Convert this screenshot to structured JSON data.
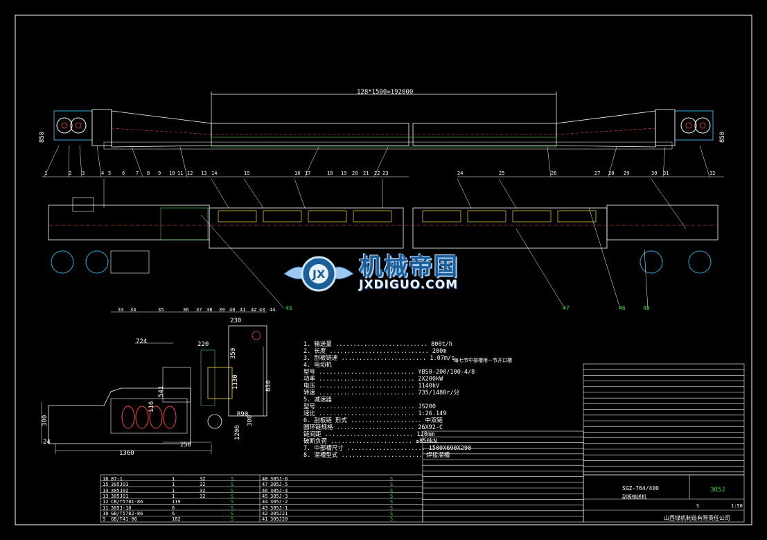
{
  "overall_dimension": "128*1500=192000",
  "left_height_dim": "850",
  "right_height_dim": "850",
  "upper_callouts": [
    "1",
    "2",
    "3",
    "4",
    "5",
    "6",
    "7",
    "8",
    "9",
    "10",
    "11",
    "12",
    "13",
    "14",
    "15",
    "16",
    "17",
    "18",
    "19",
    "20",
    "21",
    "22",
    "23",
    "24",
    "25",
    "26",
    "27",
    "28",
    "29",
    "30",
    "31",
    "32"
  ],
  "green_callouts": [
    "45",
    "47",
    "48",
    "46"
  ],
  "detail_dimensions": {
    "width_724": "724",
    "d_220": "220",
    "d_230": "230",
    "d_350": "350",
    "d_541": "541",
    "d_850": "850",
    "d_300a": "300",
    "d_300b": "300",
    "d_250": "250",
    "d_1360": "1360",
    "d_24": "24",
    "d_116": "116",
    "d_1130": "1130",
    "d_1200": "1200",
    "d_r90": "R90"
  },
  "detail_callouts": [
    "33",
    "34",
    "35",
    "36",
    "37",
    "38",
    "39",
    "40",
    "41",
    "42",
    "43",
    "44"
  ],
  "spec_block": [
    "1. 输送量 .......................... 800t/h",
    "2. 长度 ............................ 200m",
    "3. 刮板链速 ........................ 1.07m/s",
    "4. 电动机",
    "   型号 ........................... YBS0-200/100-4/8",
    "   功率 ........................... 2X200kW",
    "   电压 ........................... 1140kV",
    "   转速 ........................... 735/1480r/分",
    "5. 减速器",
    "   型号 ........................... JS200",
    "   速比 ........................... 1:26.149",
    "6. 刮板链  形式 .................... 中双链",
    "   圆环链规格 ...................... 26X92-C",
    "   链间距 ......................... 120mm",
    "   破断负荷 ....................... ≥850kN",
    "7. 中部槽尺寸 ...................... 1500X690X290",
    "8. 溜槽型式 ....................... 焊接溜槽"
  ],
  "note_title": "每七节中部槽用一节开口槽",
  "title_block": {
    "drawing_no": "SGZ-764/400",
    "drawing_name": "刮板输送机",
    "code": "305J",
    "company": "山西煤机制造有限责任公司",
    "scale": "1:50",
    "sheet": "S"
  },
  "parts_table_left": [
    [
      "16",
      "87-1",
      "",
      "1",
      "",
      "32",
      "S"
    ],
    [
      "15",
      "305J03",
      "",
      "1",
      "",
      "32",
      "S"
    ],
    [
      "14",
      "305J02",
      "",
      "1",
      "",
      "32",
      "S"
    ],
    [
      "13",
      "305J01",
      "",
      "1",
      "",
      "32",
      "S"
    ],
    [
      "12",
      "CB/T5781-86",
      "",
      "119",
      "",
      "",
      "S"
    ],
    [
      "11",
      "305J-10",
      "",
      "6",
      "",
      "",
      "S"
    ],
    [
      "10",
      "GB/T5782-86",
      "",
      "6",
      "",
      "",
      "S"
    ],
    [
      "9",
      "GB/T41-86",
      "",
      "182",
      "",
      "",
      "S"
    ]
  ],
  "parts_table_mid": [
    [
      "48",
      "305J-6",
      "",
      "",
      "",
      "",
      "S"
    ],
    [
      "47",
      "305J-5",
      "",
      "",
      "",
      "",
      "S"
    ],
    [
      "46",
      "305J-4",
      "",
      "",
      "",
      "",
      "S"
    ],
    [
      "45",
      "305J-3",
      "",
      "",
      "",
      "",
      "S"
    ],
    [
      "44",
      "305J-2",
      "",
      "",
      "",
      "",
      "S"
    ],
    [
      "43",
      "305J-1",
      "",
      "",
      "",
      "",
      "S"
    ],
    [
      "42",
      "305J21",
      "",
      "",
      "",
      "",
      "S"
    ],
    [
      "41",
      "305J20",
      "",
      "",
      "",
      "",
      "S"
    ]
  ]
}
